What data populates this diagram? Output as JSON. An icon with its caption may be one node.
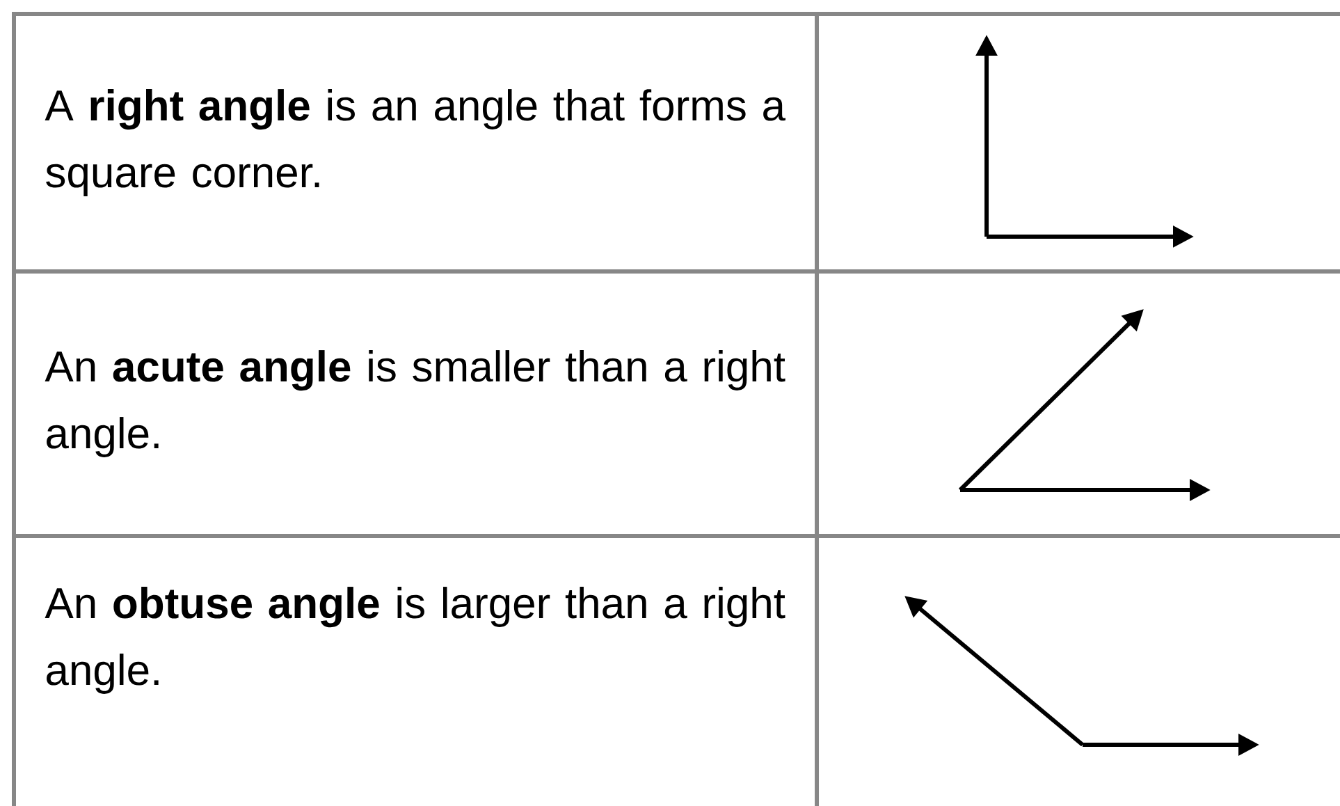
{
  "diagram": {
    "labels": [
      "A **right angle** is an angle that forms a square corner.",
      "An **acute angle** is smaller than a right angle.",
      "An **obtuse angle** is larger than a right angle."
    ]
  }
}
